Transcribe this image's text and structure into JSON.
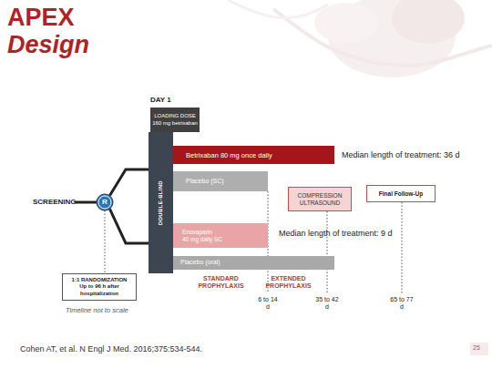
{
  "diagram": {
    "title": "APEX Design",
    "caption": "Cohen AT, et al. N Engl J Med. 2016;375:534-544.",
    "nodes": [
      {
        "text": [
          "LOADING DOSE",
          "160 mg betrixaban"
        ]
      },
      {
        "text": [
          "Betrixaban 80 mg once daily"
        ]
      },
      {
        "text": [
          "Placebo (SC)"
        ]
      },
      {
        "text": [
          "COMPRESSION ULTRASOUND"
        ]
      },
      {
        "text": [
          "Final Follow-Up"
        ]
      },
      {
        "text": [
          "R"
        ]
      },
      {
        "text": [
          "DOUBLE-BLIND"
        ]
      },
      {
        "text": [
          "Enoxaparin",
          "40 mg daily SC"
        ]
      },
      {
        "text": [
          "Placebo (oral)"
        ]
      },
      {
        "text": [
          "1:1 RANDOMIZATION",
          "Up to 96 h after hospitalization"
        ]
      }
    ],
    "edges": [
      {
        "from": 5,
        "to": 6,
        "arrow": "none"
      },
      {
        "from": 5,
        "to": 6,
        "arrow": "none"
      },
      {
        "from": 5,
        "to": 9,
        "arrow": "none"
      }
    ],
    "labels": [
      "DAY 1",
      "Median length of treatment: 36 d",
      "SCREENING",
      "Median length of treatment: 9 d",
      "STANDARD PROPHYLAXIS",
      "EXTENDED PROPHYLAXIS",
      "6 to 14 d",
      "35 to 42 d",
      "65 to 77 d",
      "Timeline not to scale",
      "25"
    ]
  }
}
